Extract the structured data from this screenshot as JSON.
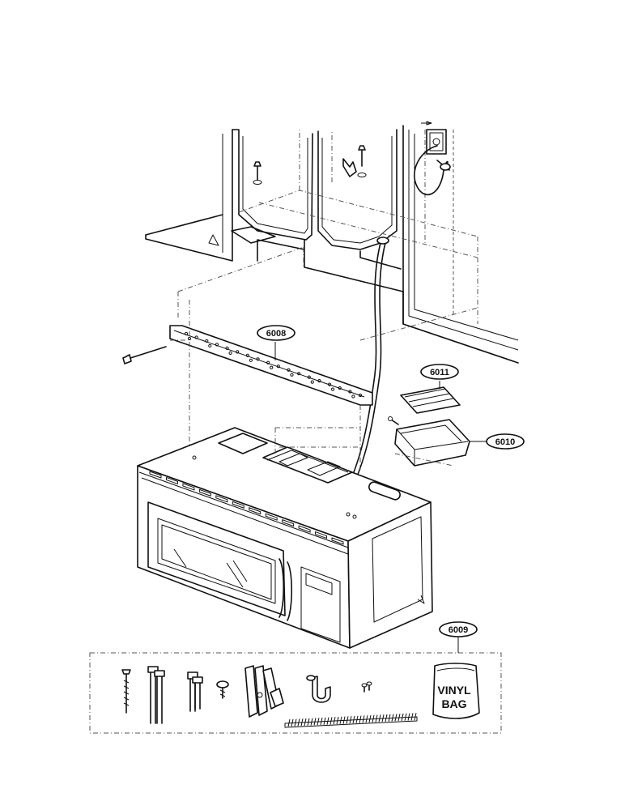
{
  "part_labels": {
    "bracket": "6008",
    "vent_damper": "6011",
    "duct_adaptor": "6010",
    "hardware_kit": "6009"
  },
  "bag": {
    "line1": "VINYL",
    "line2": "BAG"
  }
}
